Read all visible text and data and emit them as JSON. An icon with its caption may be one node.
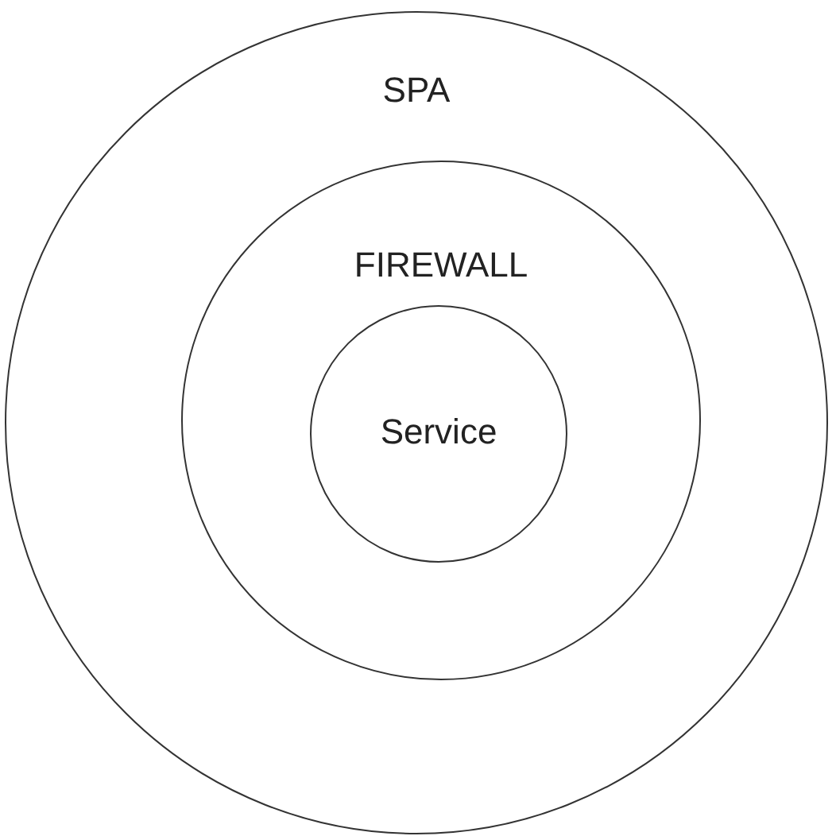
{
  "diagram": {
    "nodes": [
      {
        "text": [
          "SPA"
        ]
      },
      {
        "text": [
          "FIREWALL"
        ],
        "in": 0
      },
      {
        "text": [
          "Service"
        ],
        "in": 1
      }
    ]
  }
}
